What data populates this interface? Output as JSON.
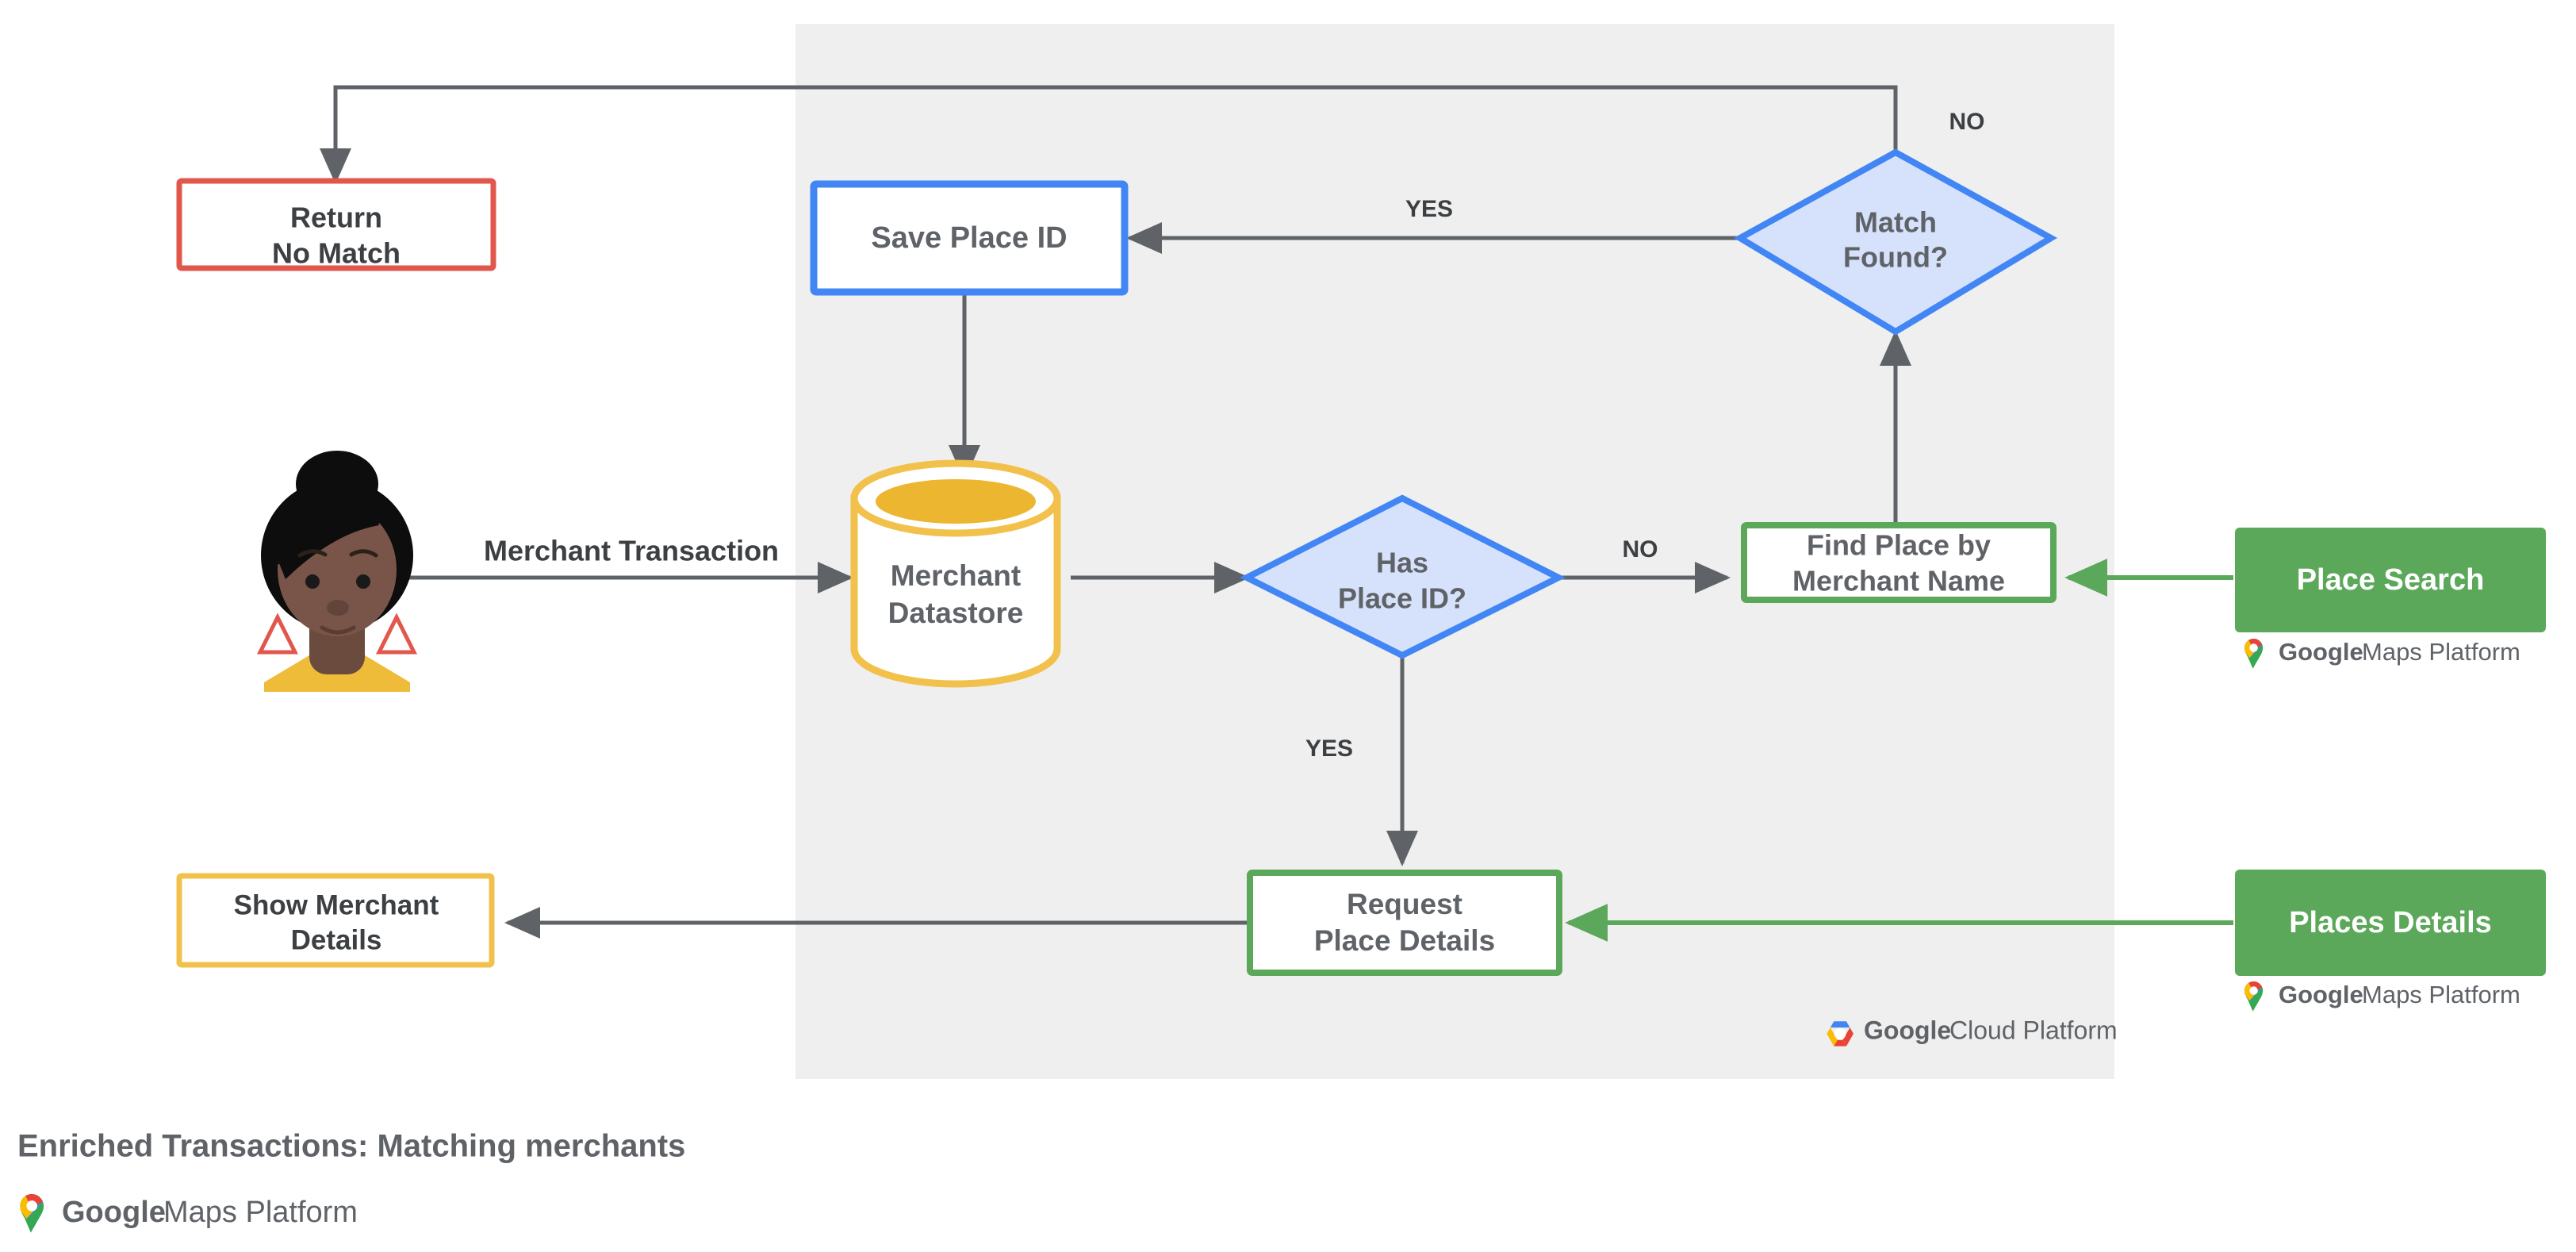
{
  "caption": {
    "title": "Enriched Transactions: Matching merchants",
    "logo": {
      "name": "google-maps-platform-logo",
      "word_primary": "Google",
      "word_secondary": "Maps Platform"
    }
  },
  "panel": {
    "name": "google-cloud-platform-panel",
    "background_color": "#EFEFEF",
    "logo": {
      "name": "google-cloud-platform-logo",
      "word_primary": "Google",
      "word_secondary": "Cloud Platform"
    }
  },
  "actor": {
    "name": "merchant-customer-avatar",
    "label": ""
  },
  "nodes": [
    {
      "id": "return-no-match",
      "label_line1": "Return",
      "label_line2": "No Match",
      "shape": "rect",
      "border_color": "#E2574C",
      "fill_color": "#FFFFFF",
      "text_color": "#3c4043"
    },
    {
      "id": "save-place-id",
      "label_line1": "Save Place ID",
      "label_line2": "",
      "shape": "rect",
      "border_color": "#4285F4",
      "fill_color": "#FFFFFF",
      "text_color": "#5f6368"
    },
    {
      "id": "match-found",
      "label_line1": "Match",
      "label_line2": "Found?",
      "shape": "diamond",
      "border_color": "#4285F4",
      "fill_color": "#D6E2FB",
      "text_color": "#5f6368"
    },
    {
      "id": "merchant-datastore",
      "label_line1": "Merchant",
      "label_line2": "Datastore",
      "shape": "cylinder",
      "border_color": "#F2C14B",
      "fill_color": "#FFFFFF",
      "text_color": "#5f6368"
    },
    {
      "id": "has-place-id",
      "label_line1": "Has",
      "label_line2": "Place ID?",
      "shape": "diamond",
      "border_color": "#4285F4",
      "fill_color": "#D6E2FB",
      "text_color": "#5f6368"
    },
    {
      "id": "find-place-by-merchant-name",
      "label_line1": "Find Place by",
      "label_line2": "Merchant Name",
      "shape": "rect",
      "border_color": "#5BA85A",
      "fill_color": "#FFFFFF",
      "text_color": "#5f6368"
    },
    {
      "id": "place-search",
      "label_line1": "Place Search",
      "label_line2": "",
      "shape": "rect-filled",
      "border_color": "#5BA85A",
      "fill_color": "#5BA85A",
      "text_color": "#FFFFFF"
    },
    {
      "id": "show-merchant-details",
      "label_line1": "Show Merchant",
      "label_line2": "Details",
      "shape": "rect",
      "border_color": "#F2C14B",
      "fill_color": "#FFFFFF",
      "text_color": "#3c4043"
    },
    {
      "id": "request-place-details",
      "label_line1": "Request",
      "label_line2": "Place Details",
      "shape": "rect",
      "border_color": "#5BA85A",
      "fill_color": "#FFFFFF",
      "text_color": "#5f6368"
    },
    {
      "id": "places-details",
      "label_line1": "Places Details",
      "label_line2": "",
      "shape": "rect-filled",
      "border_color": "#5BA85A",
      "fill_color": "#5BA85A",
      "text_color": "#FFFFFF"
    }
  ],
  "edge_labels": {
    "merchant_transaction": "Merchant Transaction",
    "match_found_no": "NO",
    "match_found_yes": "YES",
    "has_place_id_no": "NO",
    "has_place_id_yes": "YES"
  },
  "logos": {
    "place_search_logo": {
      "name": "google-maps-platform-logo",
      "word_primary": "Google",
      "word_secondary": "Maps Platform"
    },
    "places_details_logo": {
      "name": "google-maps-platform-logo",
      "word_primary": "Google",
      "word_secondary": "Maps Platform"
    }
  },
  "colors": {
    "arrow_gray": "#5f6368",
    "green": "#5BA85A",
    "blue": "#4285F4",
    "blue_fill": "#D6E2FB",
    "yellow": "#F2C14B",
    "red": "#E2574C",
    "panel_gray": "#EFEFEF"
  }
}
